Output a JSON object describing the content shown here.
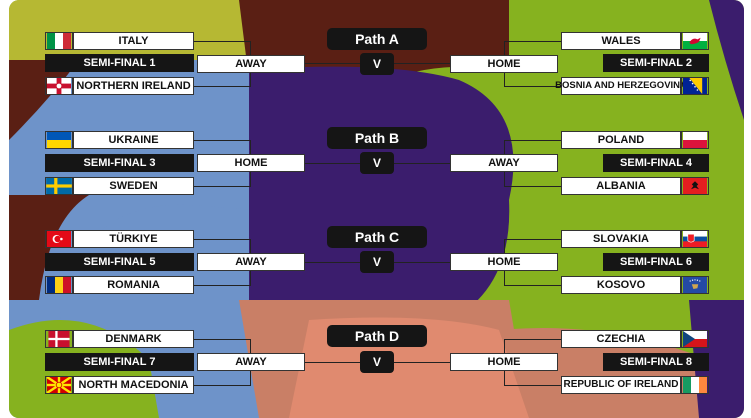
{
  "paths": [
    {
      "title": "Path A",
      "vs": "V",
      "left": {
        "top_team": "ITALY",
        "semi_final": "SEMI-FINAL 1",
        "bottom_team": "NORTHERN IRELAND",
        "venue": "AWAY"
      },
      "right": {
        "top_team": "WALES",
        "semi_final": "SEMI-FINAL 2",
        "bottom_team": "BOSNIA AND HERZEGOVINA",
        "venue": "HOME"
      }
    },
    {
      "title": "Path B",
      "vs": "V",
      "left": {
        "top_team": "UKRAINE",
        "semi_final": "SEMI-FINAL 3",
        "bottom_team": "SWEDEN",
        "venue": "HOME"
      },
      "right": {
        "top_team": "POLAND",
        "semi_final": "SEMI-FINAL 4",
        "bottom_team": "ALBANIA",
        "venue": "AWAY"
      }
    },
    {
      "title": "Path C",
      "vs": "V",
      "left": {
        "top_team": "TÜRKIYE",
        "semi_final": "SEMI-FINAL 5",
        "bottom_team": "ROMANIA",
        "venue": "AWAY"
      },
      "right": {
        "top_team": "SLOVAKIA",
        "semi_final": "SEMI-FINAL 6",
        "bottom_team": "KOSOVO",
        "venue": "HOME"
      }
    },
    {
      "title": "Path D",
      "vs": "V",
      "left": {
        "top_team": "DENMARK",
        "semi_final": "SEMI-FINAL 7",
        "bottom_team": "NORTH MACEDONIA",
        "venue": "AWAY"
      },
      "right": {
        "top_team": "CZECHIA",
        "semi_final": "SEMI-FINAL 8",
        "bottom_team": "REPUBLIC OF IRELAND",
        "venue": "HOME"
      }
    }
  ],
  "flags": {
    "italy": "flag-italy-icon",
    "northern_ireland": "flag-northern-ireland-icon",
    "wales": "flag-wales-icon",
    "bosnia": "flag-bosnia-icon",
    "ukraine": "flag-ukraine-icon",
    "sweden": "flag-sweden-icon",
    "poland": "flag-poland-icon",
    "albania": "flag-albania-icon",
    "turkiye": "flag-turkiye-icon",
    "romania": "flag-romania-icon",
    "slovakia": "flag-slovakia-icon",
    "kosovo": "flag-kosovo-icon",
    "denmark": "flag-denmark-icon",
    "north_macedonia": "flag-north-macedonia-icon",
    "czechia": "flag-czechia-icon",
    "ireland": "flag-ireland-icon"
  },
  "colors": {
    "box_dark": "#151515",
    "box_light": "#ffffff",
    "bg_purple": "#3b1d6d",
    "bg_green": "#86b21f",
    "bg_blue": "#6e93c9",
    "bg_brown": "#5a1f14",
    "bg_salmon": "#c97f66"
  }
}
